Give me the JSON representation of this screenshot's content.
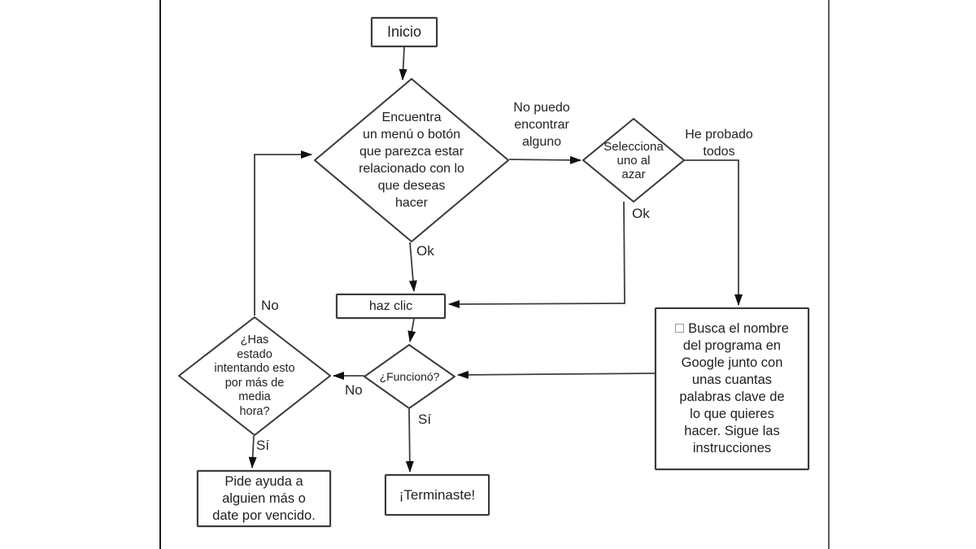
{
  "diagram": {
    "language": "es",
    "colors": {
      "background": "#ffffff",
      "line": "#3e3e3e",
      "arrowhead": "#101010",
      "text": "#1f1f1f",
      "frame_left": "#1c1c1c",
      "frame_right": "#5a5a5a",
      "bullet_square": "#9a9a9a"
    },
    "nodes": {
      "inicio": {
        "type": "start",
        "label": "Inicio"
      },
      "encuentra": {
        "type": "decision",
        "label": [
          "Encuentra",
          "un menú o botón",
          "que parezca estar",
          "relacionado con lo",
          "que deseas",
          "hacer"
        ]
      },
      "selecciona": {
        "type": "decision",
        "label": [
          "Selecciona",
          "uno al",
          "azar"
        ]
      },
      "haz_clic": {
        "type": "process",
        "label": "haz clic"
      },
      "funciono": {
        "type": "decision",
        "label": "¿Funcionó?"
      },
      "has_estado": {
        "type": "decision",
        "label": [
          "¿Has",
          "estado",
          "intentando esto",
          "por más de",
          "media",
          "hora?"
        ]
      },
      "pide_ayuda": {
        "type": "process",
        "label": [
          "Pide ayuda a",
          "alguien más o",
          "date por vencido."
        ]
      },
      "terminaste": {
        "type": "end",
        "label": "¡Terminaste!"
      },
      "busca_google": {
        "type": "process",
        "bullet_icon": "checkbox-square",
        "label": [
          "Busca el nombre",
          "del programa en",
          "Google junto con",
          "unas cuantas",
          "palabras clave de",
          "lo que quieres",
          "hacer. Sigue las",
          "instrucciones"
        ]
      }
    },
    "edge_labels": {
      "no_puedo": [
        "No puedo",
        "encontrar",
        "alguno"
      ],
      "he_probado": [
        "He probado",
        "todos"
      ],
      "ok_selecciona": "Ok",
      "ok_encuentra": "Ok",
      "no_funciono": "No",
      "si_funciono": "Sí",
      "no_has_estado": "No",
      "si_has_estado": "Sí"
    }
  }
}
